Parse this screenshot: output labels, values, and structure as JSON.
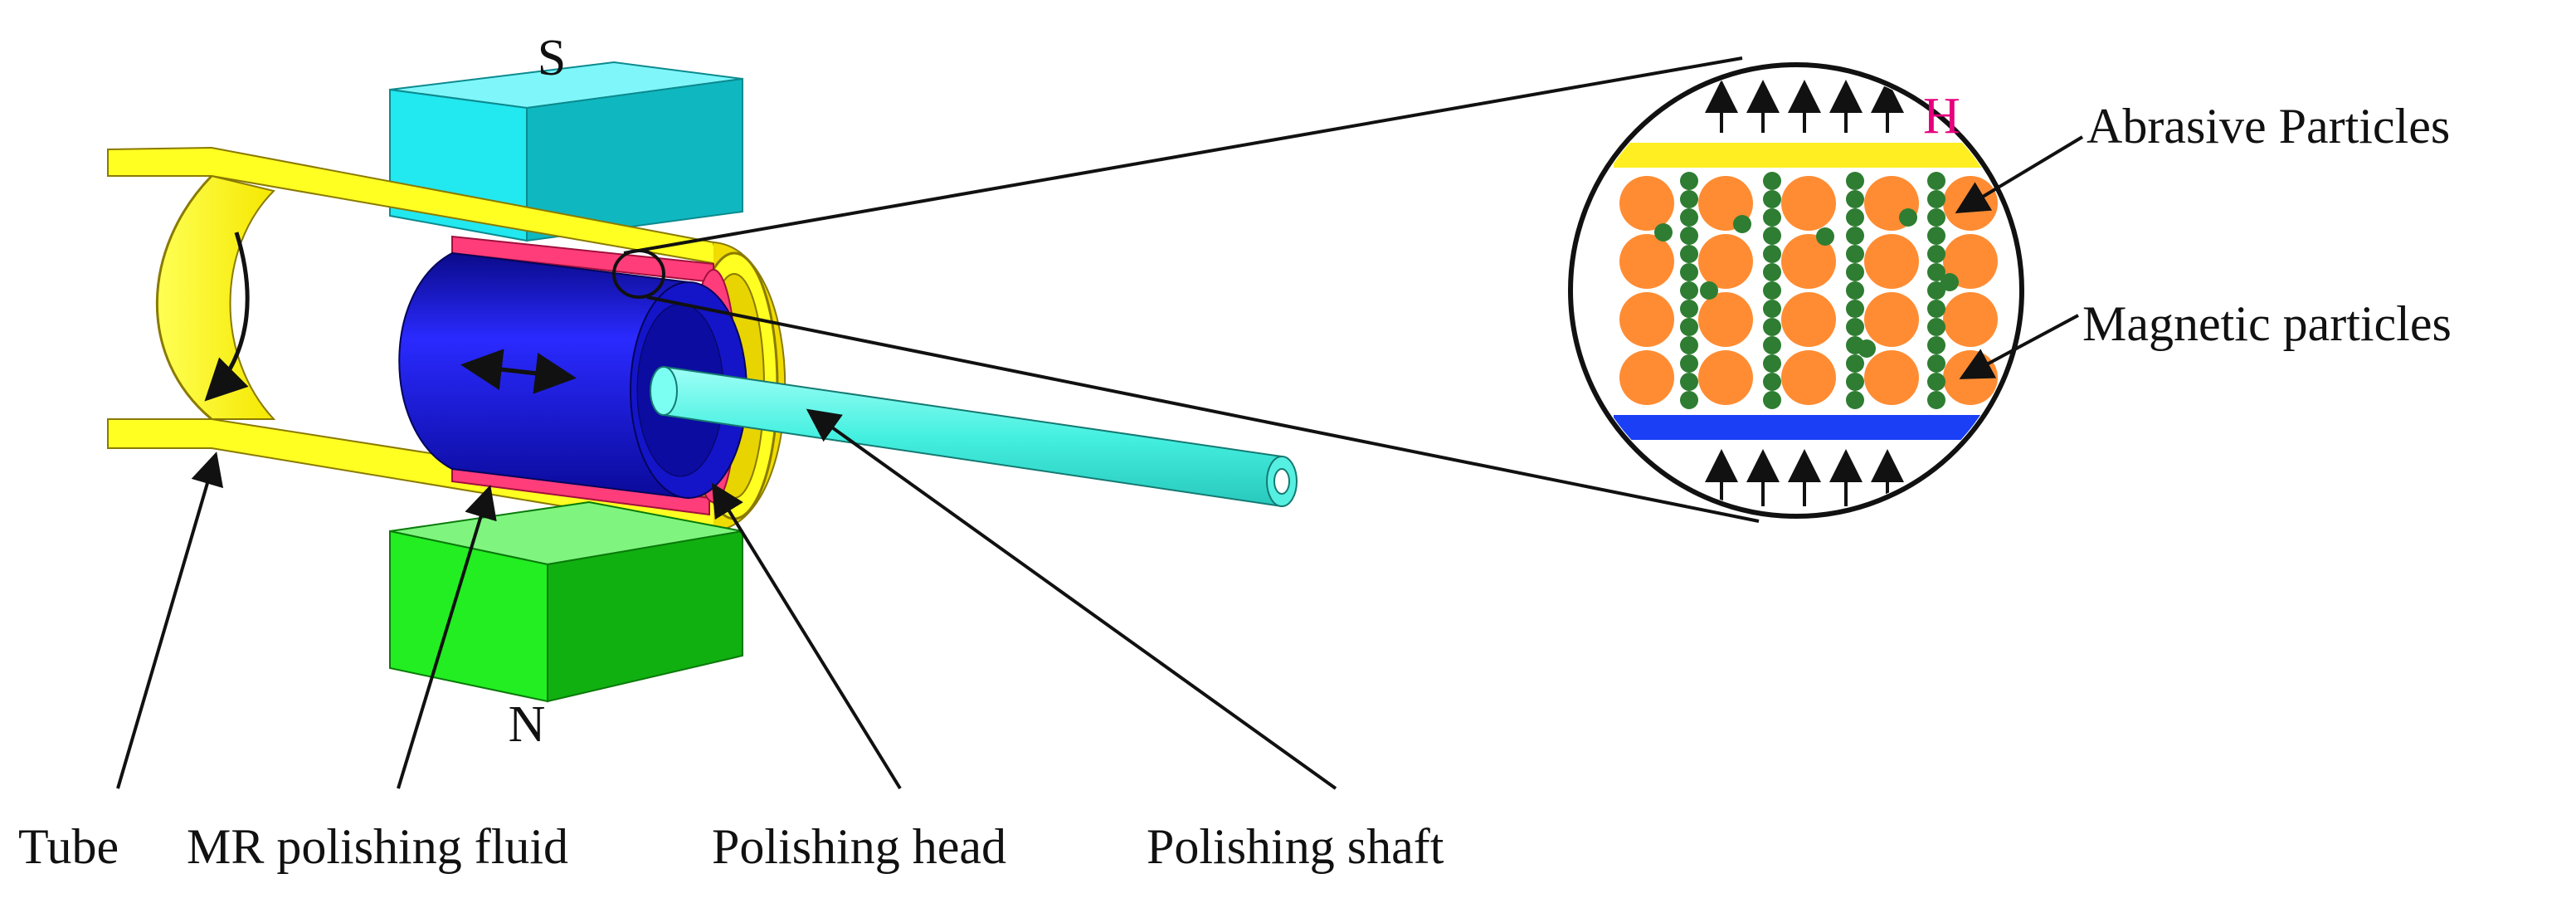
{
  "poles": {
    "south": "S",
    "north": "N"
  },
  "field_label": "H",
  "labels": {
    "tube": "Tube",
    "mr_fluid": "MR polishing fluid",
    "polishing_head": "Polishing head",
    "polishing_shaft": "Polishing shaft",
    "abrasive_particles": "Abrasive Particles",
    "magnetic_particles": "Magnetic particles"
  },
  "colors": {
    "tube": "#ffff22",
    "tube_shade": "#e0d000",
    "mr_fluid": "#ff3d7a",
    "polishing_head": "#1010d8",
    "polishing_shaft": "#55ffee",
    "magnet_south": "#22e8f0",
    "magnet_north": "#22ee22",
    "magnetic_particle": "#ff8c33",
    "abrasive_particle": "#2e7d32",
    "top_plate": "#ffee22",
    "bottom_plate": "#1a3ff5",
    "field_label": "#e6007e"
  }
}
